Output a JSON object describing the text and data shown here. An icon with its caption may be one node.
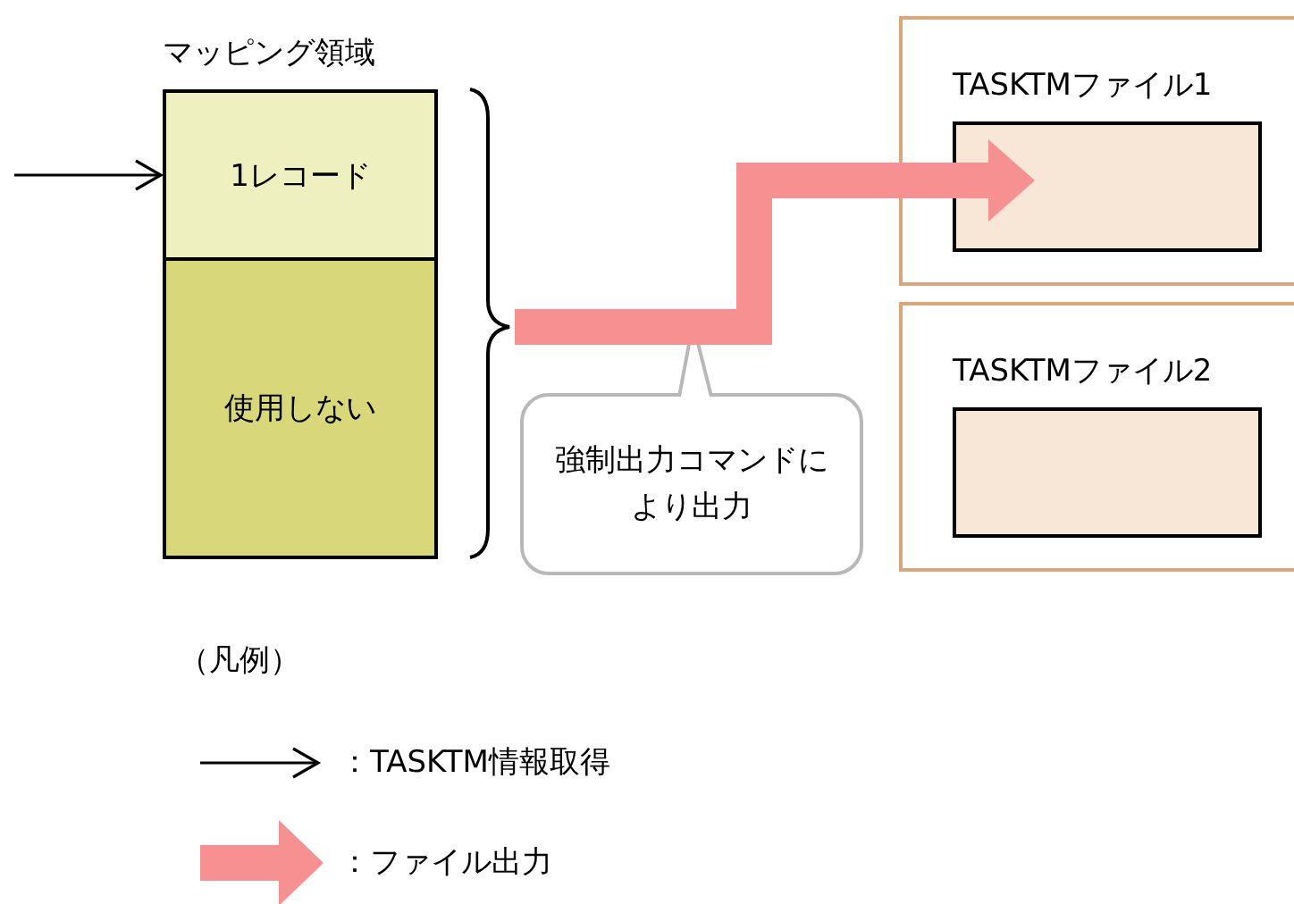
{
  "diagram": {
    "nodes": [
      {
        "text": [
          "マッピング領域"
        ]
      },
      {
        "text": [
          "1レコード"
        ],
        "in": 0
      },
      {
        "text": [
          "使用しない"
        ],
        "in": 0
      },
      {
        "text": [
          "TASKTMファイル1"
        ]
      },
      {
        "text": [],
        "shape": "box",
        "in": 3
      },
      {
        "text": [
          "TASKTMファイル2"
        ]
      },
      {
        "text": [],
        "shape": "box",
        "in": 5
      },
      {
        "text": [
          "強制出力コマンドにより出力"
        ]
      }
    ],
    "edges": [
      {
        "from": null,
        "to": 1,
        "arrow": "to"
      },
      {
        "from": 0,
        "to": 4,
        "arrow": "to",
        "style": "thick",
        "color": "#f79191"
      }
    ],
    "labels": [
      "（凡例）"
    ],
    "legend": [
      {
        "text": "：TASKTM情報取得"
      },
      {
        "text": "：ファイル出力"
      }
    ]
  }
}
